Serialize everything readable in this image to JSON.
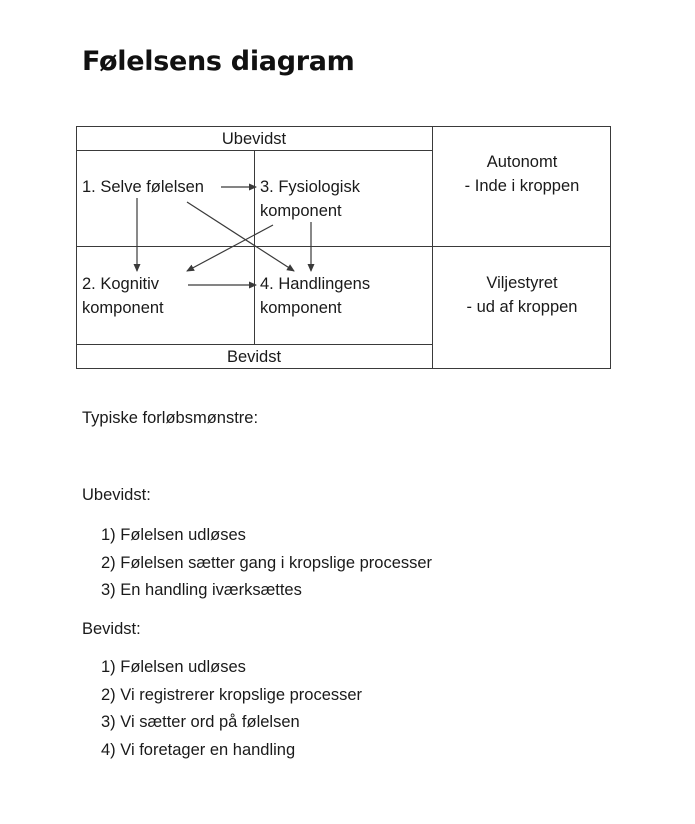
{
  "document": {
    "title": "Følelsens diagram"
  },
  "diagram": {
    "top_label": "Ubevidst",
    "bottom_label": "Bevidst",
    "components": {
      "c1": [
        "1. Selve følelsen"
      ],
      "c2": [
        "2. Kognitiv",
        "komponent"
      ],
      "c3": [
        "3. Fysiologisk",
        "komponent"
      ],
      "c4": [
        "4. Handlingens",
        "komponent"
      ]
    },
    "right_top": [
      "Autonomt",
      "- Inde i kroppen"
    ],
    "right_bottom": [
      "Viljestyret",
      "- ud af kroppen"
    ],
    "colors": {
      "line": "#3a3a3a",
      "text": "#1a1a1a"
    }
  },
  "patterns": {
    "heading": "Typiske forløbsmønstre:",
    "unconscious": {
      "label": "Ubevidst:",
      "steps": [
        "1) Følelsen udløses",
        "2) Følelsen sætter gang i kropslige processer",
        "3) En handling iværksættes"
      ]
    },
    "conscious": {
      "label": "Bevidst:",
      "steps": [
        "1) Følelsen udløses",
        "2) Vi registrerer kropslige processer",
        "3) Vi sætter ord på følelsen",
        "4) Vi foretager en handling"
      ]
    }
  }
}
